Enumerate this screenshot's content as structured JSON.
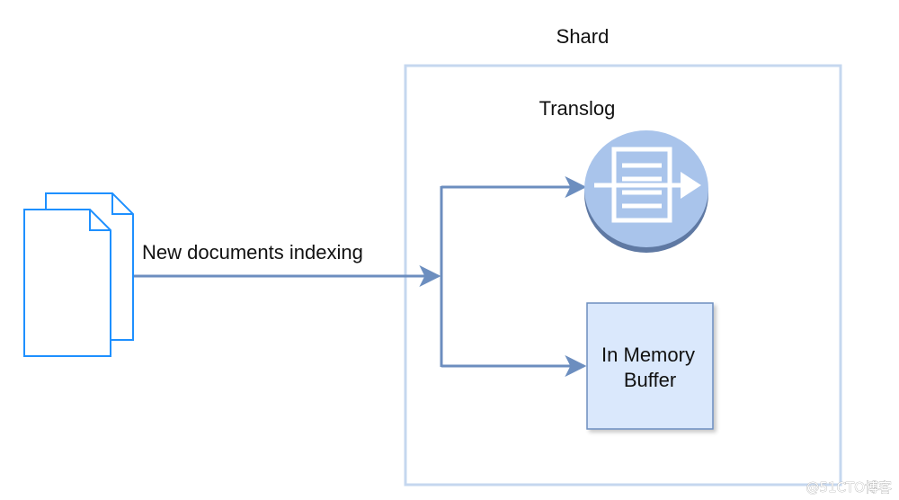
{
  "shard": {
    "label": "Shard"
  },
  "translog": {
    "label": "Translog"
  },
  "documents": {
    "arrow_label": "New documents indexing"
  },
  "buffer": {
    "line1": "In Memory",
    "line2": "Buffer"
  },
  "watermark": {
    "text": "@51CTO博客"
  },
  "colors": {
    "shard_border": "#c5d7ef",
    "document_stroke": "#1e90ff",
    "arrow": "#6c8ebf",
    "translog_fill": "#a9c4eb",
    "buffer_fill": "#dae8fc",
    "buffer_border": "#6c8ebf"
  },
  "icons": {
    "documents": "stacked-documents-icon",
    "translog": "translog-queue-icon"
  }
}
